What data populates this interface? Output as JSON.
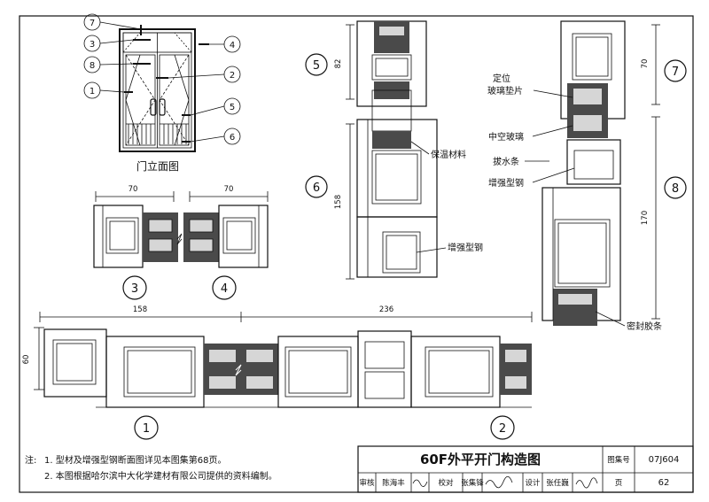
{
  "elevation": {
    "caption": "门立面图",
    "callouts": [
      "7",
      "3",
      "8",
      "1",
      "4",
      "2",
      "5",
      "6"
    ]
  },
  "details": {
    "d3": {
      "num": "3",
      "dim": "70"
    },
    "d4": {
      "num": "4",
      "dim": "70"
    },
    "d5": {
      "num": "5",
      "dim": "82"
    },
    "d6": {
      "num": "6",
      "dim": "158"
    },
    "d7": {
      "num": "7",
      "dim": "70"
    },
    "d8": {
      "num": "8",
      "dim": "170"
    },
    "d1": {
      "num": "1",
      "dim": "158",
      "dim_side": "60"
    },
    "d2": {
      "num": "2",
      "dim": "236"
    }
  },
  "labels": {
    "insulation": "保温材料",
    "reinforce_steel": "增强型钢",
    "locate_pad_line1": "定位",
    "locate_pad_line2": "玻璃垫片",
    "hollow_glass": "中空玻璃",
    "drip_strip": "拔水条",
    "reinforce_steel2": "增强型钢",
    "seal_strip": "密封胶条"
  },
  "notes": {
    "prefix": "注:",
    "line1": "1. 型材及增强型钢断面图详见本图集第68页。",
    "line2": "2. 本图根据哈尔滨中大化学建材有限公司提供的资料编制。"
  },
  "title_block": {
    "title": "60F外平开门构造图",
    "atlas_label": "图集号",
    "atlas_no": "07J604",
    "review_label": "审核",
    "reviewer": "陈海丰",
    "check_label": "校对",
    "checker": "张集锋",
    "design_label": "设计",
    "designer": "张任巍",
    "page_label": "页",
    "page_no": "62"
  }
}
